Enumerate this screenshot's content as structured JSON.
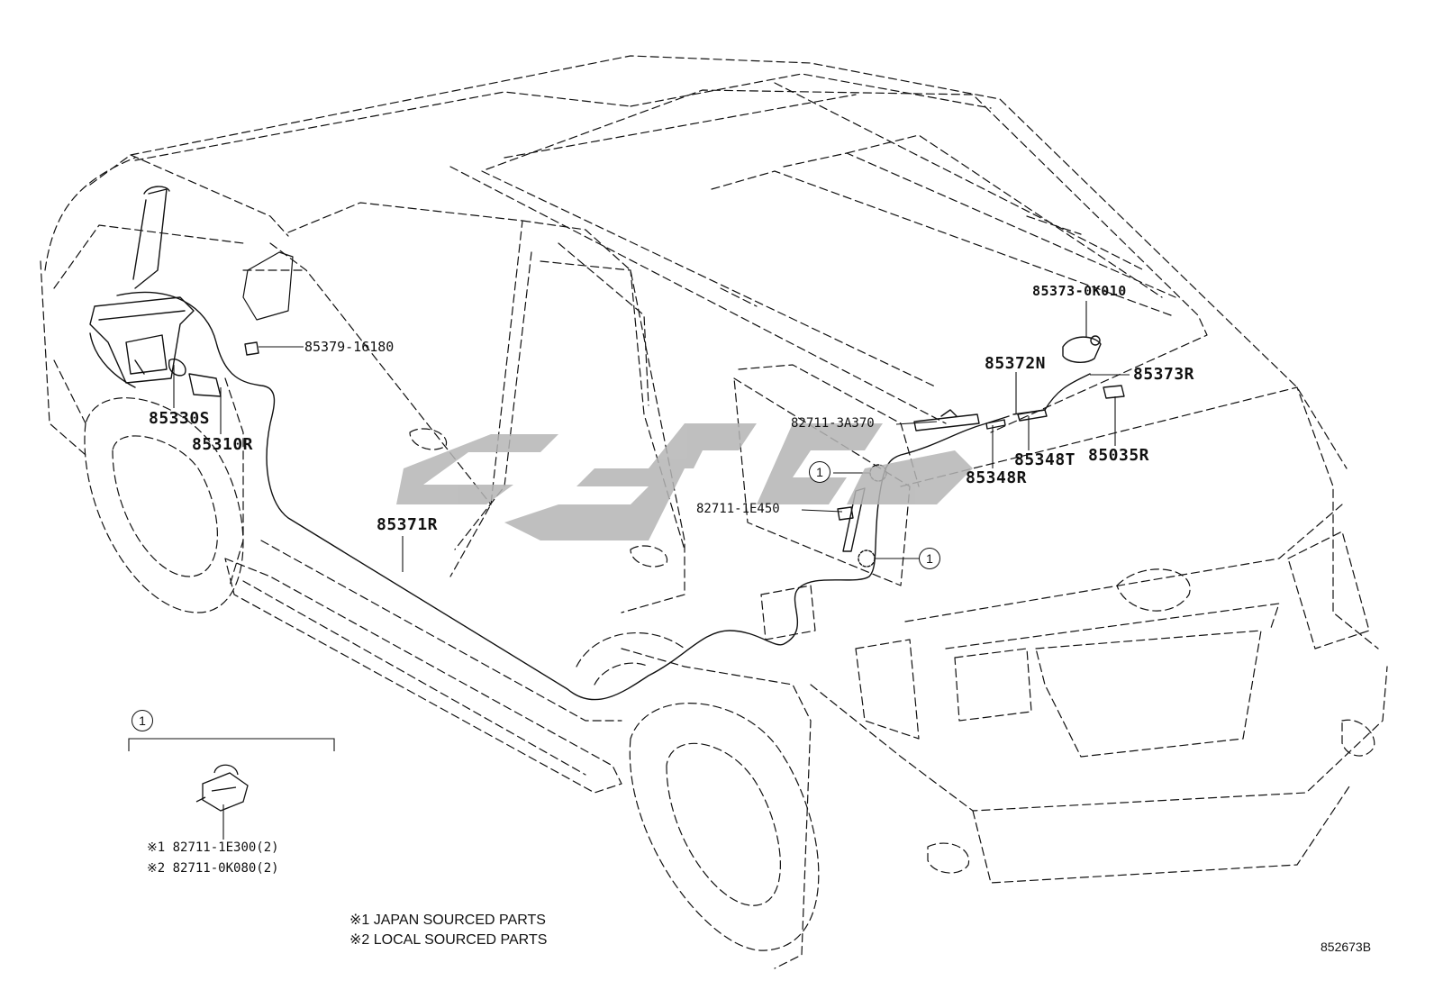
{
  "diagram": {
    "callouts": {
      "c_85373_0K010": "85373-0K010",
      "c_85372N": "85372N",
      "c_85373R": "85373R",
      "c_85379_16180": "85379-16180",
      "c_82711_3A370": "82711-3A370",
      "c_85348T": "85348T",
      "c_85035R": "85035R",
      "c_85348R": "85348R",
      "c_85330S": "85330S",
      "c_85310R": "85310R",
      "c_85371R": "85371R",
      "c_82711_1E450": "82711-1E450"
    },
    "circle_marker": "1",
    "inset": {
      "marker": "1",
      "part_line_1": "※1 82711-1E300(2)",
      "part_line_2": "※2 82711-0K080(2)"
    },
    "notes": {
      "note_1": "※1 JAPAN SOURCED PARTS",
      "note_2": "※2 LOCAL SOURCED PARTS"
    },
    "diagram_code": "852673B"
  },
  "colors": {
    "line": "#111111",
    "watermark": "#b5b5b5"
  }
}
